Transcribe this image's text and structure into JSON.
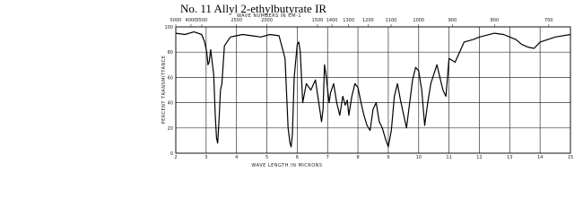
{
  "title": "No. 11 Allyl 2-ethylbutyrate IR",
  "chart_data": {
    "type": "line",
    "title": "No. 11 Allyl 2-ethylbutyrate IR",
    "xlabel": "WAVE LENGTH IN MICRONS",
    "x2label": "WAVE NUMBERS IN CM-1",
    "ylabel": "PERCENT TRANSMITTANCE",
    "xlim": [
      2,
      15
    ],
    "ylim": [
      0,
      100
    ],
    "x_ticks": [
      "2",
      "3",
      "4",
      "5",
      "6",
      "7",
      "8",
      "9",
      "10",
      "11",
      "12",
      "13",
      "14",
      "15"
    ],
    "x2_ticks": [
      {
        "label": "5000",
        "micron": 2.0
      },
      {
        "label": "4000",
        "micron": 2.5
      },
      {
        "label": "3500",
        "micron": 2.857
      },
      {
        "label": "2500",
        "micron": 4.0
      },
      {
        "label": "2000",
        "micron": 5.0
      },
      {
        "label": "1500",
        "micron": 6.667
      },
      {
        "label": "1400",
        "micron": 7.143
      },
      {
        "label": "1300",
        "micron": 7.692
      },
      {
        "label": "1200",
        "micron": 8.333
      },
      {
        "label": "1100",
        "micron": 9.091
      },
      {
        "label": "1000",
        "micron": 10.0
      },
      {
        "label": "900",
        "micron": 11.111
      },
      {
        "label": "800",
        "micron": 12.5
      },
      {
        "label": "700",
        "micron": 14.286
      }
    ],
    "y_ticks": [
      "100",
      "80",
      "60",
      "40",
      "20",
      "0"
    ],
    "grid": true,
    "series": [
      {
        "color": "#000000",
        "x": [
          2.0,
          2.3,
          2.6,
          2.85,
          2.95,
          3.02,
          3.06,
          3.1,
          3.15,
          3.25,
          3.3,
          3.34,
          3.38,
          3.42,
          3.47,
          3.52,
          3.6,
          3.8,
          4.0,
          4.2,
          4.5,
          4.8,
          5.1,
          5.4,
          5.6,
          5.7,
          5.76,
          5.8,
          5.84,
          5.9,
          6.0,
          6.05,
          6.1,
          6.18,
          6.3,
          6.45,
          6.6,
          6.8,
          6.85,
          6.9,
          6.95,
          7.05,
          7.1,
          7.2,
          7.3,
          7.4,
          7.5,
          7.58,
          7.65,
          7.7,
          7.8,
          7.9,
          8.0,
          8.1,
          8.2,
          8.3,
          8.4,
          8.5,
          8.6,
          8.7,
          8.8,
          8.9,
          9.0,
          9.1,
          9.2,
          9.3,
          9.4,
          9.6,
          9.8,
          9.9,
          10.0,
          10.1,
          10.2,
          10.3,
          10.4,
          10.6,
          10.8,
          10.9,
          11.0,
          11.2,
          11.5,
          11.8,
          12.0,
          12.5,
          12.8,
          13.0,
          13.2,
          13.4,
          13.6,
          13.8,
          14.0,
          14.5,
          15.0
        ],
        "y": [
          95,
          94,
          96,
          94,
          88,
          80,
          70,
          72,
          82,
          62,
          30,
          12,
          8,
          25,
          50,
          55,
          85,
          92,
          93,
          94,
          93,
          92,
          94,
          93,
          75,
          20,
          8,
          5,
          15,
          60,
          86,
          88,
          80,
          40,
          55,
          50,
          58,
          25,
          35,
          70,
          62,
          40,
          48,
          55,
          40,
          30,
          45,
          38,
          42,
          30,
          45,
          55,
          52,
          40,
          30,
          22,
          18,
          35,
          40,
          25,
          20,
          12,
          5,
          18,
          45,
          55,
          42,
          20,
          58,
          68,
          65,
          50,
          22,
          40,
          55,
          70,
          50,
          45,
          75,
          72,
          88,
          90,
          92,
          95,
          94,
          92,
          90,
          86,
          84,
          83,
          88,
          92,
          94
        ]
      }
    ]
  }
}
